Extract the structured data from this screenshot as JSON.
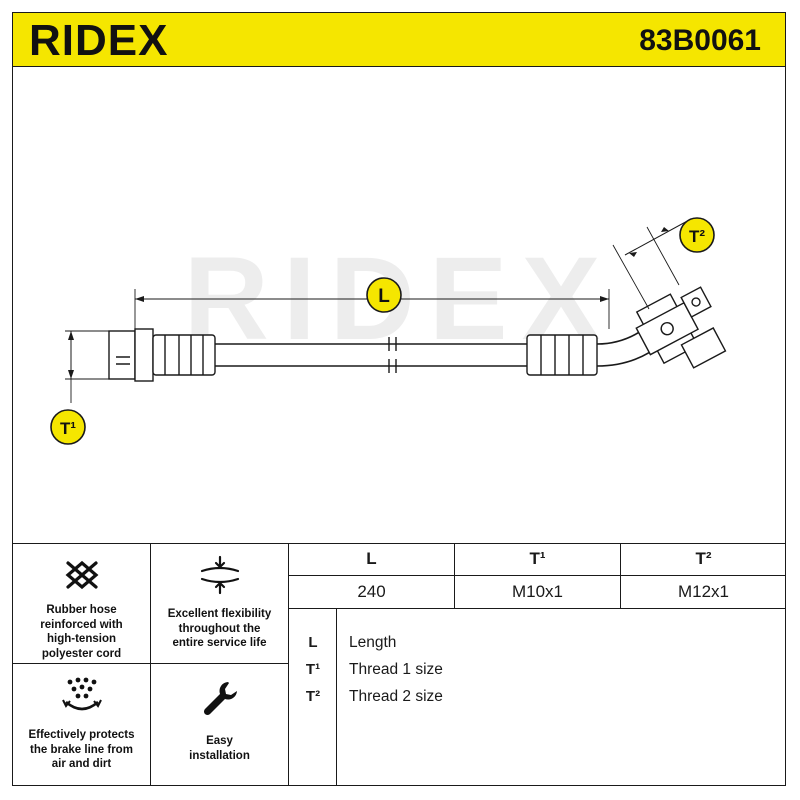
{
  "header": {
    "brand": "RIDEX",
    "part_number": "83B0061",
    "brand_color": "#f5e600"
  },
  "drawing": {
    "watermark": "RIDEX",
    "dimension_L_label": "L",
    "dimension_T1_label": "T¹",
    "dimension_T2_label": "T²"
  },
  "features": [
    {
      "icon": "mesh-icon",
      "caption": [
        "Rubber hose",
        "reinforced with",
        "high-tension",
        "polyester cord"
      ]
    },
    {
      "icon": "flexibility-icon",
      "caption": [
        "Excellent flexibility",
        "throughout the",
        "entire service life"
      ]
    },
    {
      "icon": "dust-shield-icon",
      "caption": [
        "Effectively protects",
        "the brake line from",
        "air and dirt"
      ]
    },
    {
      "icon": "wrench-icon",
      "caption": [
        "Easy",
        "installation"
      ]
    }
  ],
  "spec_table": {
    "headers": [
      "L",
      "T¹",
      "T²"
    ],
    "values": [
      "240",
      "M10x1",
      "M12x1"
    ]
  },
  "legend": [
    {
      "key": "L",
      "value": "Length"
    },
    {
      "key": "T¹",
      "value": "Thread 1 size"
    },
    {
      "key": "T²",
      "value": "Thread 2 size"
    }
  ]
}
